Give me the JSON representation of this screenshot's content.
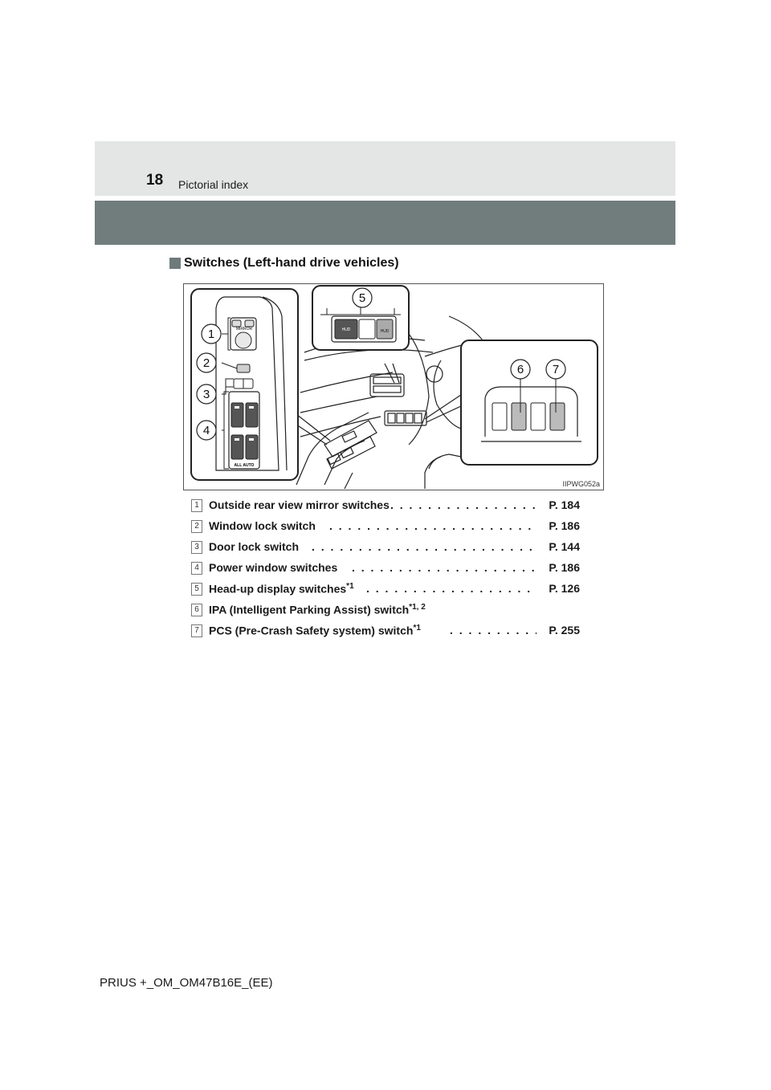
{
  "header": {
    "page_number": "18",
    "section": "Pictorial index"
  },
  "heading": "Switches (Left-hand drive vehicles)",
  "figure": {
    "code": "IIPWG052a",
    "callouts": [
      "1",
      "2",
      "3",
      "4",
      "5",
      "6",
      "7"
    ],
    "labels": {
      "mirror": "MIRROR",
      "hud1": "HUD",
      "hud2": "HUD",
      "all_auto": "ALL AUTO"
    }
  },
  "items": [
    {
      "num": "1",
      "label": "Outside rear view mirror switches",
      "sup": "",
      "page": "P. 184"
    },
    {
      "num": "2",
      "label": "Window lock switch",
      "sup": "",
      "page": "P. 186"
    },
    {
      "num": "3",
      "label": "Door lock switch",
      "sup": "",
      "page": "P. 144"
    },
    {
      "num": "4",
      "label": "Power window switches",
      "sup": "",
      "page": "P. 186"
    },
    {
      "num": "5",
      "label": "Head-up display switches",
      "sup": "*1",
      "page": "P. 126"
    },
    {
      "num": "6",
      "label": "IPA (Intelligent Parking Assist) switch",
      "sup": "*1, 2",
      "page": ""
    },
    {
      "num": "7",
      "label": "PCS (Pre-Crash Safety system) switch",
      "sup": "*1",
      "page": "P. 255"
    }
  ],
  "footer": "PRIUS +_OM_OM47B16E_(EE)"
}
